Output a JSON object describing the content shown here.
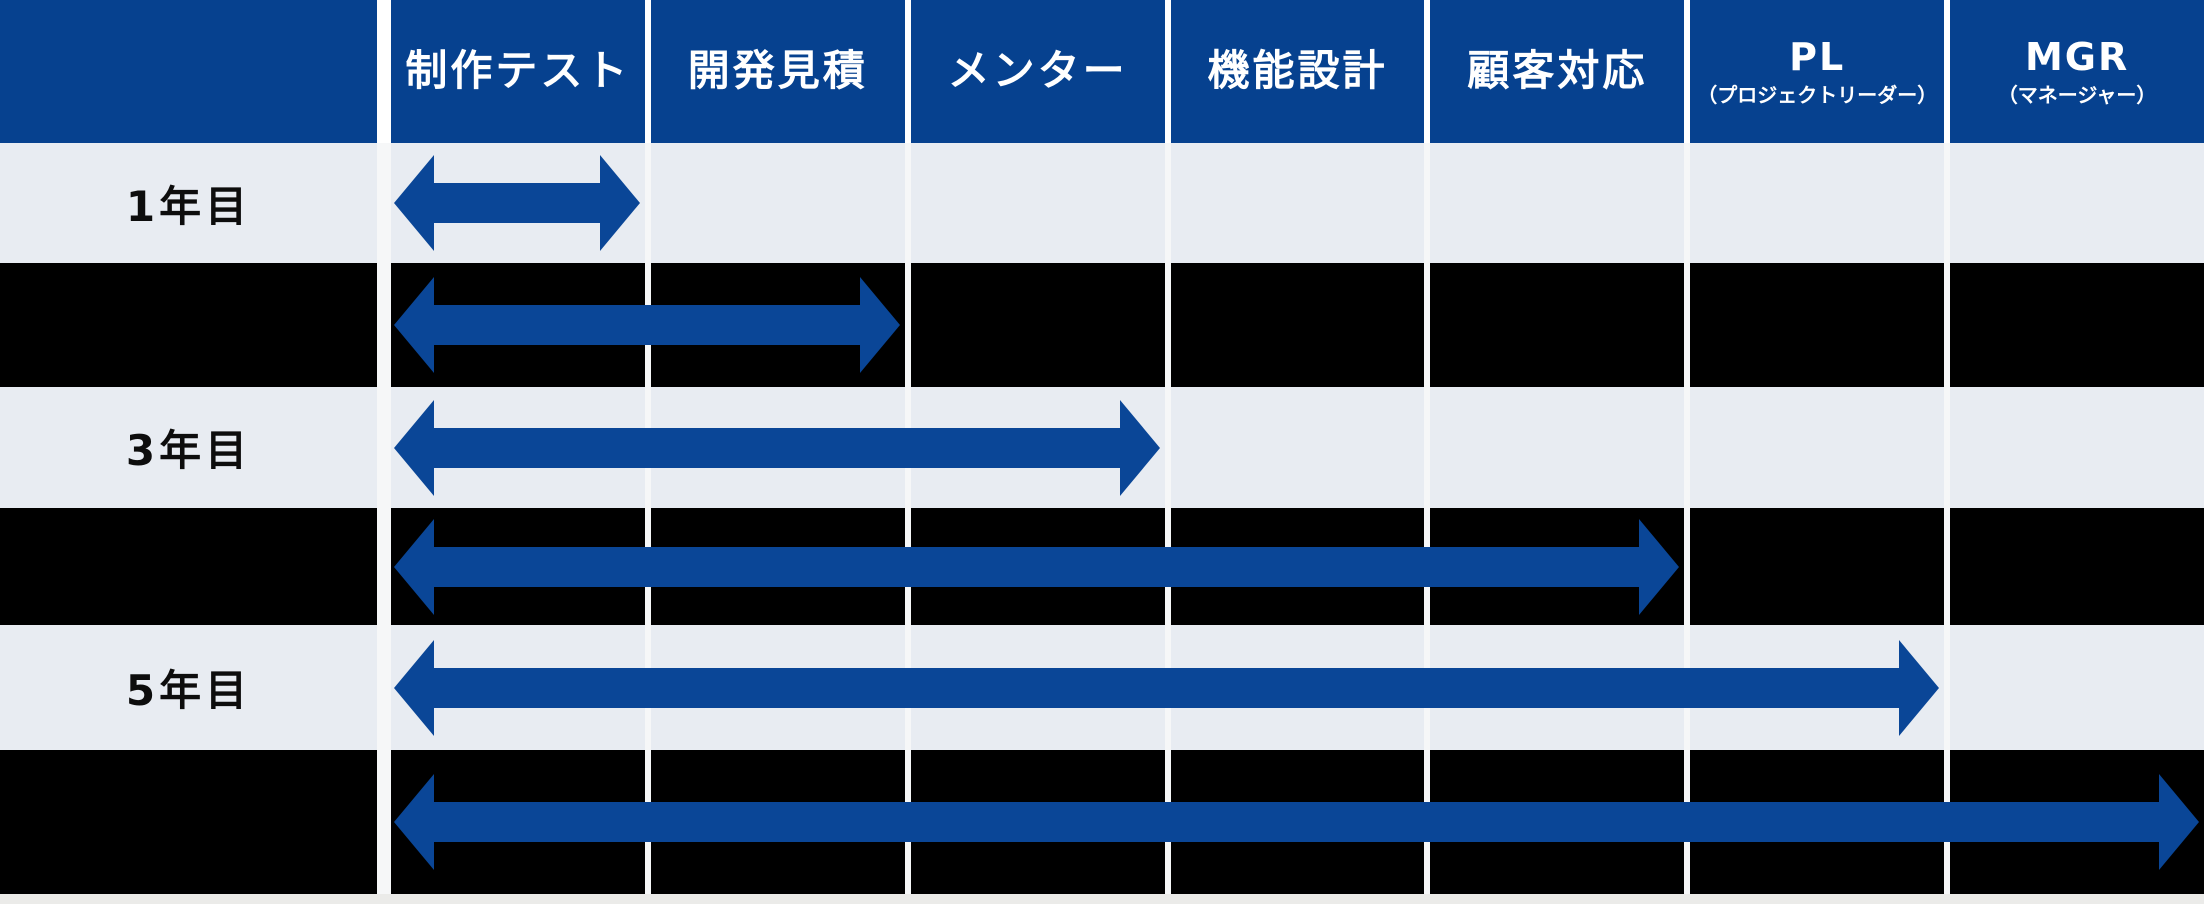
{
  "chart_data": {
    "type": "gantt",
    "description": "Career growth table: double-headed arrows show which skill/role columns are covered at each year of experience.",
    "columns": [
      {
        "title": "制作テスト",
        "subtitle": ""
      },
      {
        "title": "開発見積",
        "subtitle": ""
      },
      {
        "title": "メンター",
        "subtitle": ""
      },
      {
        "title": "機能設計",
        "subtitle": ""
      },
      {
        "title": "顧客対応",
        "subtitle": ""
      },
      {
        "title": "PL",
        "subtitle": "（プロジェクトリーダー）"
      },
      {
        "title": "MGR",
        "subtitle": "（マネージャー）"
      }
    ],
    "corner_cell_label": "",
    "rows": [
      {
        "label": "1年目",
        "background": "light",
        "arrow_from_column": 1,
        "arrow_to_column": 1
      },
      {
        "label": "",
        "background": "black",
        "arrow_from_column": 1,
        "arrow_to_column": 2
      },
      {
        "label": "3年目",
        "background": "light",
        "arrow_from_column": 1,
        "arrow_to_column": 3
      },
      {
        "label": "",
        "background": "black",
        "arrow_from_column": 1,
        "arrow_to_column": 5
      },
      {
        "label": "5年目",
        "background": "light",
        "arrow_from_column": 1,
        "arrow_to_column": 6
      },
      {
        "label": "",
        "background": "black",
        "arrow_from_column": 1,
        "arrow_to_column": 7
      }
    ],
    "legend_position": "none",
    "grid": true
  },
  "colors": {
    "header_bg": "#06418f",
    "arrow": "#0a4697",
    "row_light_bg": "#e8ecf2",
    "row_dark_bg": "#000000",
    "divider": "#f6f7f8",
    "bottom_strip": "#ebebe9",
    "header_text": "#ffffff",
    "label_text": "#0d0d0d"
  }
}
